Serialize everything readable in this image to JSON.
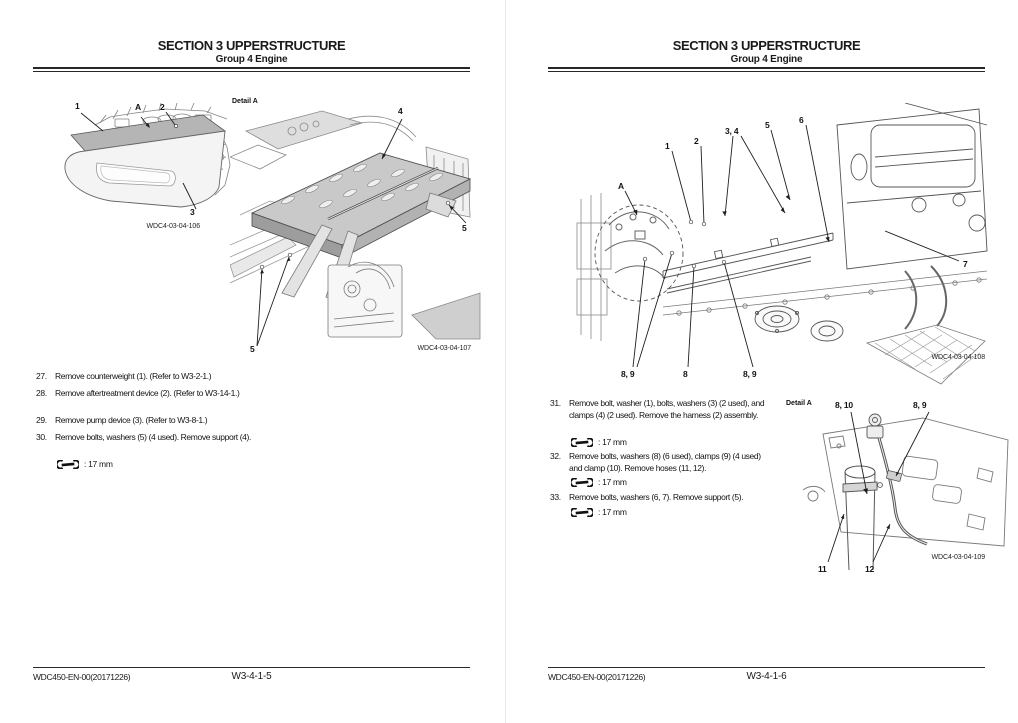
{
  "meta": {
    "paper_color": "#ffffff",
    "ink_color": "#1a1a1a",
    "line_art_color": "#555555",
    "plate_gray": "#c9c9c9"
  },
  "left": {
    "header": {
      "section": "SECTION 3 UPPERSTRUCTURE",
      "group": "Group 4 Engine"
    },
    "figures": {
      "fig106": {
        "label": "WDC4-03-04-106",
        "callouts": [
          "1",
          "A",
          "2",
          "3"
        ]
      },
      "fig107": {
        "detail": "Detail A",
        "label": "WDC4-03-04-107",
        "callouts": [
          "4",
          "5",
          "5"
        ]
      }
    },
    "steps": [
      {
        "num": "27.",
        "text": "Remove counterweight (1). (Refer to W3-2-1.)"
      },
      {
        "num": "28.",
        "text": "Remove aftertreatment device (2). (Refer to W3-14-1.)"
      },
      {
        "num": "29.",
        "text": "Remove pump device (3). (Refer to W3-8-1.)"
      },
      {
        "num": "30.",
        "text": "Remove bolts, washers (5) (4 used). Remove support (4).",
        "tool": ": 17 mm"
      }
    ],
    "footer": {
      "doc": "WDC450-EN-00(20171226)",
      "page": "W3-4-1-5"
    }
  },
  "right": {
    "header": {
      "section": "SECTION 3 UPPERSTRUCTURE",
      "group": "Group 4 Engine"
    },
    "figures": {
      "fig108": {
        "label": "WDC4-03-04-108",
        "callouts": [
          "A",
          "1",
          "2",
          "3, 4",
          "5",
          "6",
          "7",
          "8, 9",
          "8",
          "8, 9"
        ]
      },
      "fig109": {
        "detail": "Detail A",
        "label": "WDC4-03-04-109",
        "callouts": [
          "8, 10",
          "8, 9",
          "11",
          "12"
        ]
      }
    },
    "steps": [
      {
        "num": "31.",
        "text": "Remove bolt, washer (1), bolts, washers (3) (2 used), and clamps (4) (2 used). Remove the harness (2) assembly.",
        "tool": ": 17 mm"
      },
      {
        "num": "32.",
        "text": "Remove bolts, washers (8) (6 used), clamps (9) (4 used) and clamp (10). Remove hoses (11, 12).",
        "tool": ": 17 mm"
      },
      {
        "num": "33.",
        "text": "Remove bolts, washers (6, 7). Remove support (5).",
        "tool": ": 17 mm"
      }
    ],
    "footer": {
      "doc": "WDC450-EN-00(20171226)",
      "page": "W3-4-1-6"
    }
  }
}
